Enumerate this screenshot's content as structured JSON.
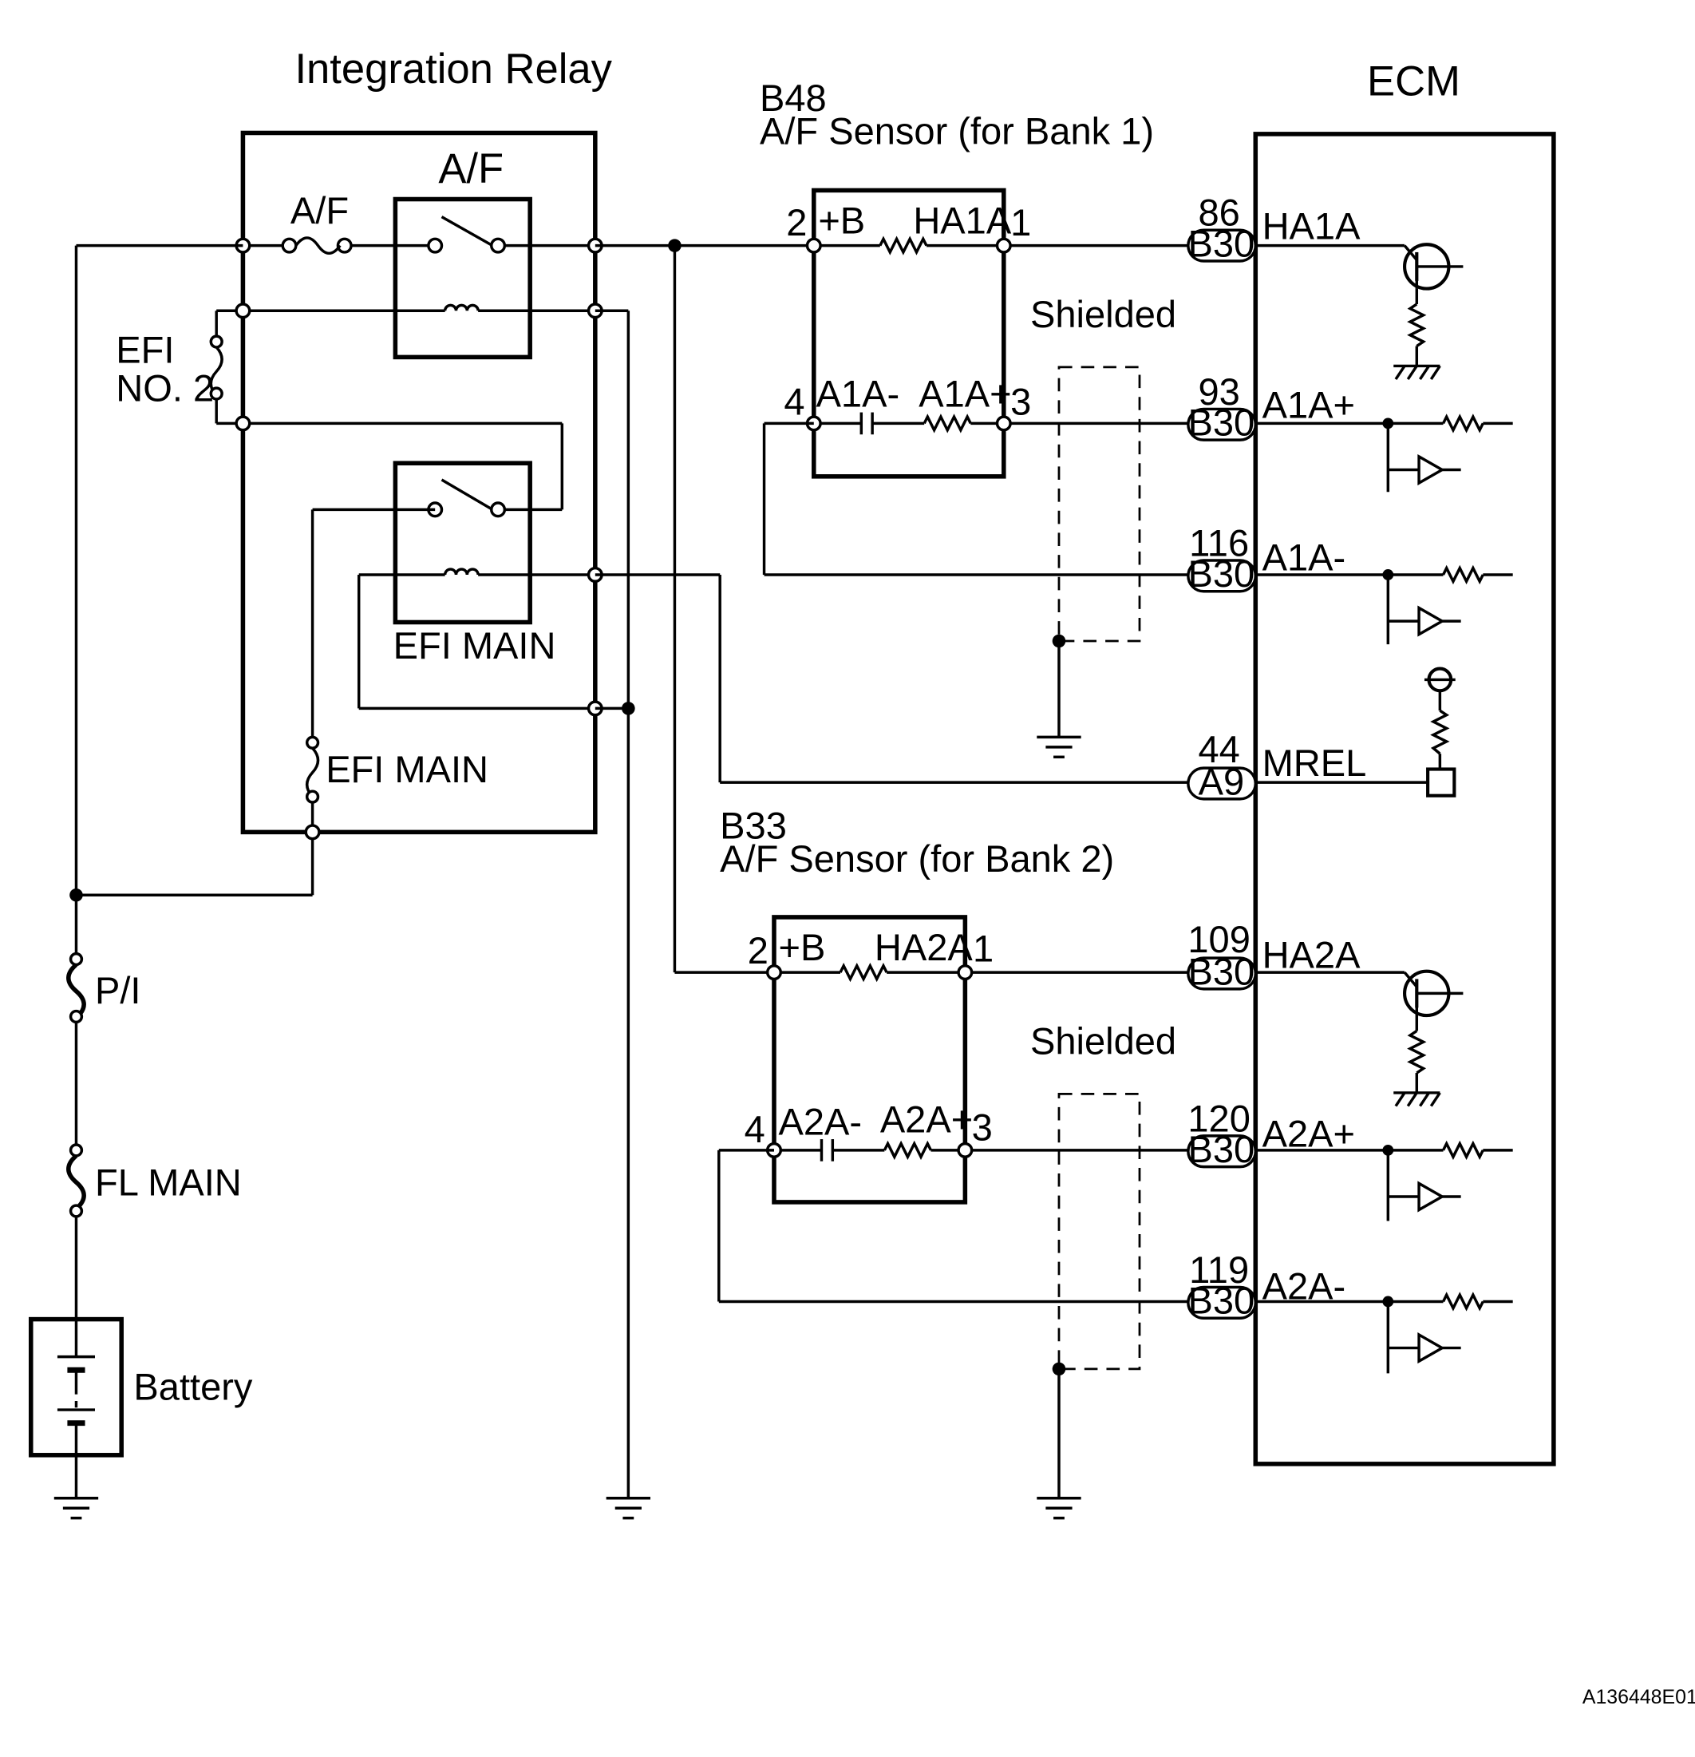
{
  "labels": {
    "integration_relay": "Integration Relay",
    "ecm": "ECM",
    "relay_af": "A/F",
    "fuse_af": "A/F",
    "efi_no2_a": "EFI",
    "efi_no2_b": "NO. 2",
    "relay_efi_main": "EFI MAIN",
    "fuse_efi_main": "EFI MAIN",
    "fuse_pi": "P/I",
    "fuse_fl_main": "FL MAIN",
    "battery": "Battery",
    "shielded_1": "Shielded",
    "shielded_2": "Shielded",
    "figure_id": "A136448E01"
  },
  "sensor1": {
    "code": "B48",
    "name": "A/F Sensor (for Bank 1)",
    "pin2": "2",
    "pin1": "1",
    "pin4": "4",
    "pin3": "3",
    "plus_b": "+B",
    "heater": "HA1A",
    "sig_minus": "A1A-",
    "sig_plus": "A1A+"
  },
  "sensor2": {
    "code": "B33",
    "name": "A/F Sensor (for Bank 2)",
    "pin2": "2",
    "pin1": "1",
    "pin4": "4",
    "pin3": "3",
    "plus_b": "+B",
    "heater": "HA2A",
    "sig_minus": "A2A-",
    "sig_plus": "A2A+"
  },
  "ecm_pins": [
    {
      "pin": "86",
      "connector": "B30",
      "signal": "HA1A"
    },
    {
      "pin": "93",
      "connector": "B30",
      "signal": "A1A+"
    },
    {
      "pin": "116",
      "connector": "B30",
      "signal": "A1A-"
    },
    {
      "pin": "44",
      "connector": "A9",
      "signal": "MREL"
    },
    {
      "pin": "109",
      "connector": "B30",
      "signal": "HA2A"
    },
    {
      "pin": "120",
      "connector": "B30",
      "signal": "A2A+"
    },
    {
      "pin": "119",
      "connector": "B30",
      "signal": "A2A-"
    }
  ]
}
